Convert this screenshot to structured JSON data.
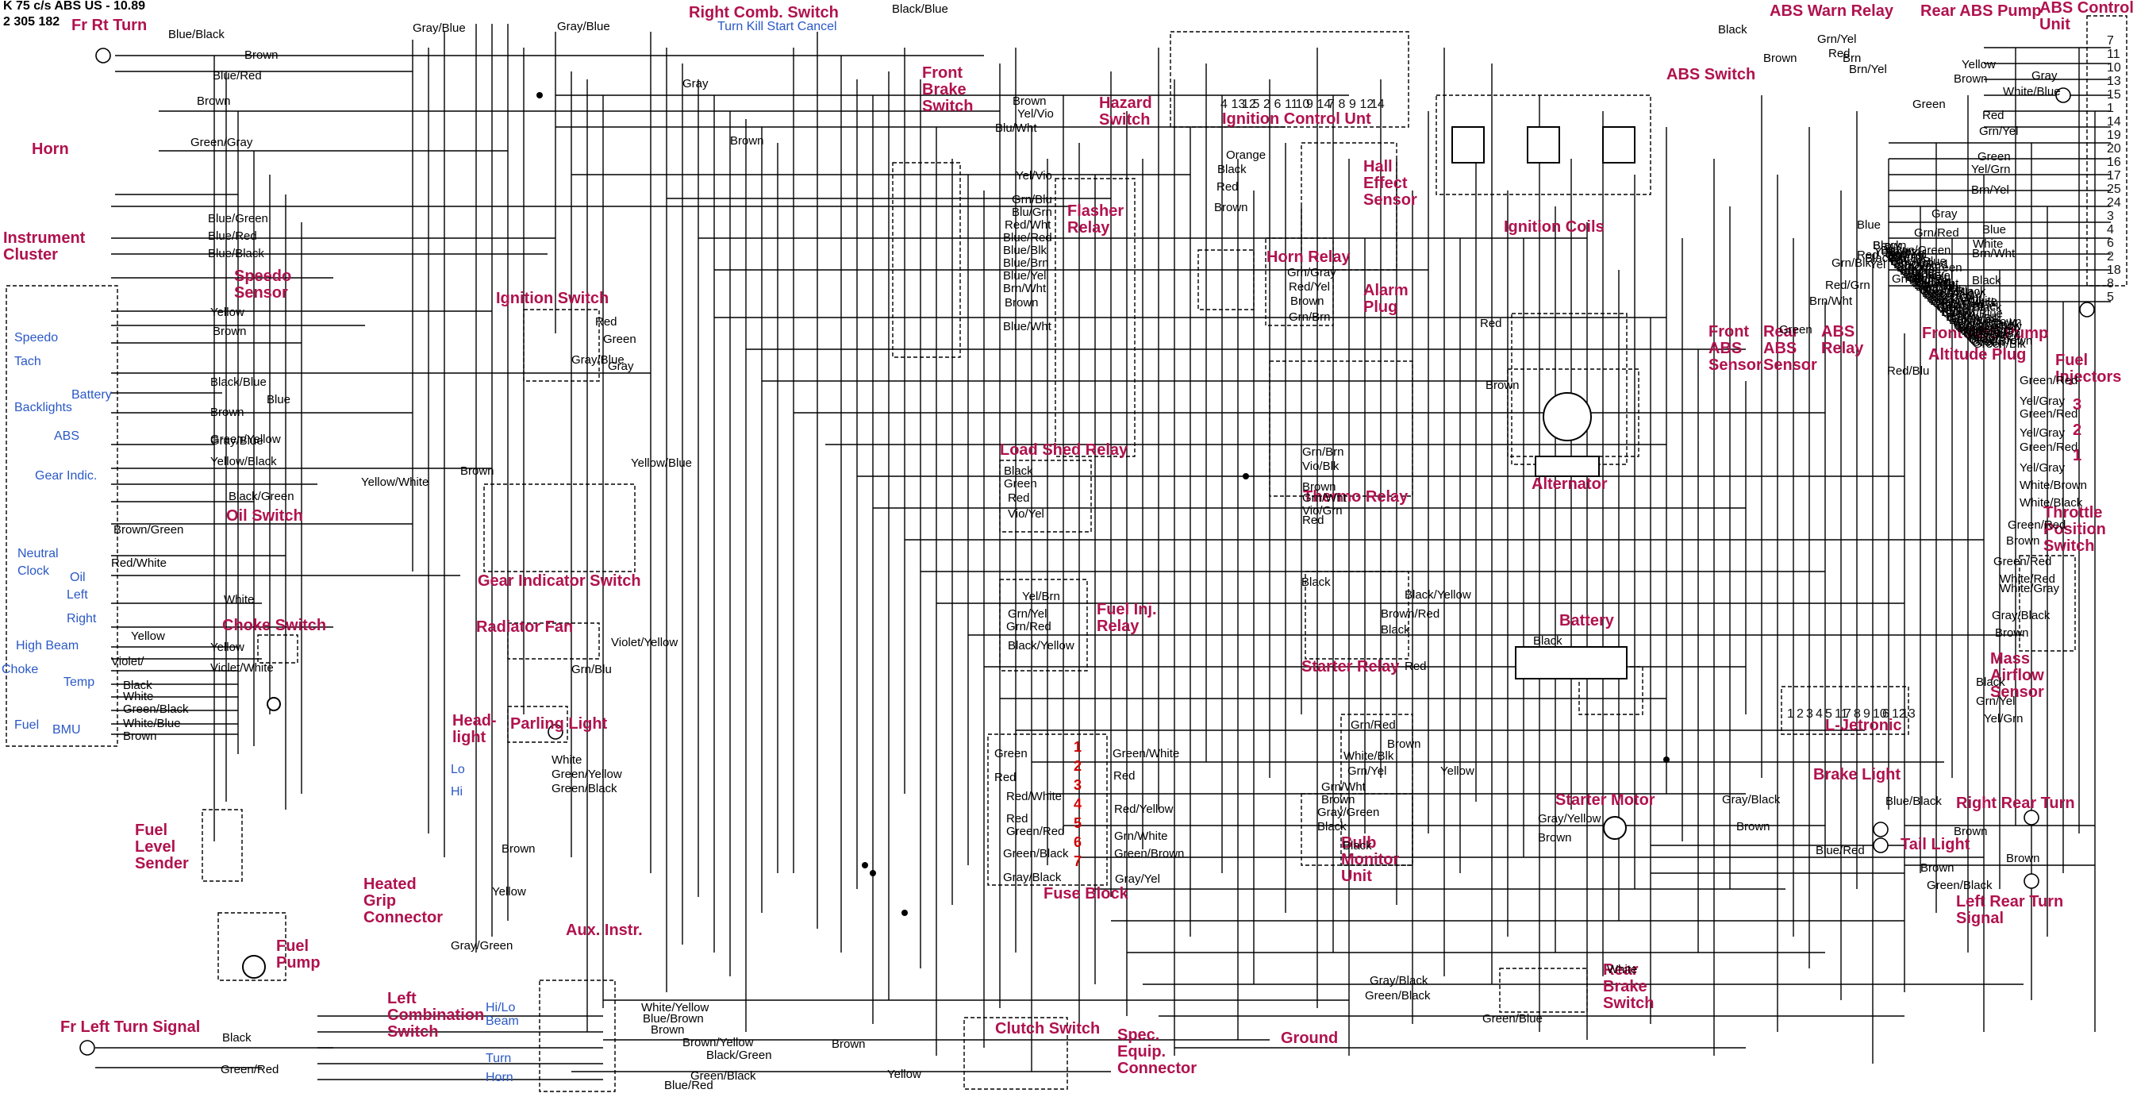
{
  "header": {
    "model": "K 75 c/s  ABS US - 10.89",
    "part_number": "2 305 182"
  },
  "components": [
    {
      "id": "fr-rt-turn",
      "text": "Fr Rt Turn"
    },
    {
      "id": "right-comb-switch",
      "text": "Right Comb. Switch"
    },
    {
      "id": "abs-warn-relay",
      "text": "ABS Warn Relay"
    },
    {
      "id": "rear-abs-pump",
      "text": "Rear ABS Pump"
    },
    {
      "id": "abs-control-unit",
      "text": "ABS Control\nUnit"
    },
    {
      "id": "horn",
      "text": "Horn"
    },
    {
      "id": "front-brake-switch",
      "text": "Front\nBrake\nSwitch"
    },
    {
      "id": "hazard-switch",
      "text": "Hazard\nSwitch"
    },
    {
      "id": "ignition-control-unit",
      "text": "Ignition Control Unt"
    },
    {
      "id": "abs-switch",
      "text": "ABS Switch"
    },
    {
      "id": "hall-effect-sensor",
      "text": "Hall\nEffect\nSensor"
    },
    {
      "id": "ignition-coils",
      "text": "Ignition Coils"
    },
    {
      "id": "instrument-cluster",
      "text": "Instrument\nCluster"
    },
    {
      "id": "flasher-relay",
      "text": "Flasher\nRelay"
    },
    {
      "id": "speedo-sensor",
      "text": "Speedo\nSensor"
    },
    {
      "id": "horn-relay",
      "text": "Horn Relay"
    },
    {
      "id": "alarm-plug",
      "text": "Alarm\nPlug"
    },
    {
      "id": "ignition-switch",
      "text": "Ignition Switch"
    },
    {
      "id": "front-abs-sensor",
      "text": "Front\nABS\nSensor"
    },
    {
      "id": "rear-abs-sensor",
      "text": "Rear\nABS\nSensor"
    },
    {
      "id": "abs-relay",
      "text": "ABS\nRelay"
    },
    {
      "id": "front-abs-pump",
      "text": "Front ABS Pump"
    },
    {
      "id": "altitude-plug",
      "text": "Altitude Plug"
    },
    {
      "id": "fuel-injectors",
      "text": "Fuel\nInjectors"
    },
    {
      "id": "load-shed-relay",
      "text": "Load Shed Relay"
    },
    {
      "id": "alternator",
      "text": "Alternator"
    },
    {
      "id": "oil-switch",
      "text": "Oil Switch"
    },
    {
      "id": "thermo-relay",
      "text": "Thermo Relay"
    },
    {
      "id": "throttle-position-switch",
      "text": "Throttle\nPosition\nSwitch"
    },
    {
      "id": "gear-indicator-switch",
      "text": "Gear Indicator Switch"
    },
    {
      "id": "fuel-inj-relay",
      "text": "Fuel Inj.\nRelay"
    },
    {
      "id": "choke-switch",
      "text": "Choke Switch"
    },
    {
      "id": "radiator-fan",
      "text": "Radiator Fan"
    },
    {
      "id": "battery",
      "text": "Battery"
    },
    {
      "id": "starter-relay",
      "text": "Starter Relay"
    },
    {
      "id": "mass-airflow-sensor",
      "text": "Mass\nAirflow\nSensor"
    },
    {
      "id": "headlight",
      "text": "Head-\nlight"
    },
    {
      "id": "parking-light",
      "text": "Parling Light"
    },
    {
      "id": "l-jetronic",
      "text": "L-Jetronic"
    },
    {
      "id": "starter-motor",
      "text": "Starter Motor"
    },
    {
      "id": "brake-light",
      "text": "Brake Light"
    },
    {
      "id": "right-rear-turn",
      "text": "Right Rear Turn"
    },
    {
      "id": "fuel-level-sender",
      "text": "Fuel\nLevel\nSender"
    },
    {
      "id": "tail-light",
      "text": "Tail Light"
    },
    {
      "id": "bulb-monitor-unit",
      "text": "Bulb\nMonitor\nUnit"
    },
    {
      "id": "fuse-block",
      "text": "Fuse Block"
    },
    {
      "id": "heated-grip-connector",
      "text": "Heated\nGrip\nConnector"
    },
    {
      "id": "aux-instr",
      "text": "Aux. Instr."
    },
    {
      "id": "left-rear-turn-signal",
      "text": "Left Rear Turn\nSignal"
    },
    {
      "id": "fuel-pump",
      "text": "Fuel\nPump"
    },
    {
      "id": "rear-brake-switch",
      "text": "Rear\nBrake\nSwitch"
    },
    {
      "id": "left-combination-switch",
      "text": "Left\nCombination\nSwitch"
    },
    {
      "id": "clutch-switch",
      "text": "Clutch Switch"
    },
    {
      "id": "ground",
      "text": "Ground"
    },
    {
      "id": "fr-left-turn-signal",
      "text": "Fr Left Turn Signal"
    },
    {
      "id": "spec-equip-connector",
      "text": "Spec.\nEquip.\nConnector"
    }
  ],
  "sub_labels": [
    {
      "id": "turn-kill-start-cancel",
      "text": "Turn Kill Start Cancel"
    },
    {
      "id": "speedo",
      "text": "Speedo"
    },
    {
      "id": "tach",
      "text": "Tach"
    },
    {
      "id": "battery-lamp",
      "text": "Battery"
    },
    {
      "id": "backlights",
      "text": "Backlights"
    },
    {
      "id": "abs-lamp",
      "text": "ABS"
    },
    {
      "id": "gear-indic",
      "text": "Gear Indic."
    },
    {
      "id": "neutral",
      "text": "Neutral"
    },
    {
      "id": "clock",
      "text": "Clock"
    },
    {
      "id": "oil",
      "text": "Oil"
    },
    {
      "id": "left",
      "text": "Left"
    },
    {
      "id": "right",
      "text": "Right"
    },
    {
      "id": "high-beam",
      "text": "High Beam"
    },
    {
      "id": "choke",
      "text": "Choke"
    },
    {
      "id": "temp",
      "text": "Temp"
    },
    {
      "id": "fuel",
      "text": "Fuel"
    },
    {
      "id": "bmu",
      "text": "BMU"
    },
    {
      "id": "lo",
      "text": "Lo"
    },
    {
      "id": "hi",
      "text": "Hi"
    },
    {
      "id": "hi-lo-beam",
      "text": "Hi/Lo\nBeam"
    },
    {
      "id": "turn",
      "text": "Turn"
    },
    {
      "id": "horn-sw",
      "text": "Horn"
    }
  ],
  "wires": [
    {
      "text": "Blue/Black"
    },
    {
      "text": "Brown"
    },
    {
      "text": "Blue/Red"
    },
    {
      "text": "Brown"
    },
    {
      "text": "Gray/Blue"
    },
    {
      "text": "Gray/Blue"
    },
    {
      "text": "Black/Blue"
    },
    {
      "text": "Brown"
    },
    {
      "text": "Green/Gray"
    },
    {
      "text": "Gray"
    },
    {
      "text": "Brown"
    },
    {
      "text": "Yel/Vio"
    },
    {
      "text": "Blu/Wht"
    },
    {
      "text": "Black"
    },
    {
      "text": "Brown"
    },
    {
      "text": "Gray"
    },
    {
      "text": "Yellow"
    },
    {
      "text": "Brown"
    },
    {
      "text": "White/Blue"
    },
    {
      "text": "Green"
    },
    {
      "text": "Red"
    },
    {
      "text": "Grn/Yel"
    },
    {
      "text": "Green"
    },
    {
      "text": "Yel/Grn"
    },
    {
      "text": "Brn/Yel"
    },
    {
      "text": "Gray"
    },
    {
      "text": "Blue"
    },
    {
      "text": "White"
    },
    {
      "text": "Brn/Wht"
    },
    {
      "text": "Black"
    },
    {
      "text": "Orange"
    },
    {
      "text": "Black"
    },
    {
      "text": "Red"
    },
    {
      "text": "Brown"
    },
    {
      "text": "Blue/Green"
    },
    {
      "text": "Blue/Red"
    },
    {
      "text": "Blue/Black"
    },
    {
      "text": "Yel/Vio"
    },
    {
      "text": "Grn/Blu"
    },
    {
      "text": "Blu/Grn"
    },
    {
      "text": "Red/Wht"
    },
    {
      "text": "Blue/Red"
    },
    {
      "text": "Blue/Blk"
    },
    {
      "text": "Blue/Brn"
    },
    {
      "text": "Blue/Yel"
    },
    {
      "text": "Brn/Wht"
    },
    {
      "text": "Brown"
    },
    {
      "text": "Blue/Wht"
    },
    {
      "text": "Yellow"
    },
    {
      "text": "Brown"
    },
    {
      "text": "Red"
    },
    {
      "text": "Green"
    },
    {
      "text": "Gray/Blue"
    },
    {
      "text": "Gray"
    },
    {
      "text": "Grn/Gray"
    },
    {
      "text": "Red/Yel"
    },
    {
      "text": "Brown"
    },
    {
      "text": "Grn/Brn"
    },
    {
      "text": "Black/Blue"
    },
    {
      "text": "Brown"
    },
    {
      "text": "Blue"
    },
    {
      "text": "Red"
    },
    {
      "text": "Brown"
    },
    {
      "text": "Green/Yellow"
    },
    {
      "text": "Gray/Blue"
    },
    {
      "text": "Yellow/Black"
    },
    {
      "text": "Yellow/White"
    },
    {
      "text": "Brown"
    },
    {
      "text": "Yellow/Blue"
    },
    {
      "text": "Black/Green"
    },
    {
      "text": "Brown/Green"
    },
    {
      "text": "Red/White"
    },
    {
      "text": "White"
    },
    {
      "text": "Yellow"
    },
    {
      "text": "Yellow"
    },
    {
      "text": "Violet/White"
    },
    {
      "text": "Violet/"
    },
    {
      "text": "Black"
    },
    {
      "text": "White"
    },
    {
      "text": "Green/Black"
    },
    {
      "text": "White/Blue"
    },
    {
      "text": "Brown"
    },
    {
      "text": "Violet/Yellow"
    },
    {
      "text": "Grn/Blu"
    },
    {
      "text": "Black"
    },
    {
      "text": "Green"
    },
    {
      "text": "Red"
    },
    {
      "text": "Vio/Yel"
    },
    {
      "text": "Grn/Brn"
    },
    {
      "text": "Vio/Blk"
    },
    {
      "text": "Brown"
    },
    {
      "text": "Grn/Wht"
    },
    {
      "text": "Vio/Grn"
    },
    {
      "text": "Red"
    },
    {
      "text": "Yel/Brn"
    },
    {
      "text": "Grn/Yel"
    },
    {
      "text": "Grn/Red"
    },
    {
      "text": "Black/Yellow"
    },
    {
      "text": "Black"
    },
    {
      "text": "Black/Yellow"
    },
    {
      "text": "Brown/Red"
    },
    {
      "text": "Black"
    },
    {
      "text": "Red"
    },
    {
      "text": "Black"
    },
    {
      "text": "Brown"
    },
    {
      "text": "Yellow"
    },
    {
      "text": "White"
    },
    {
      "text": "Green/Yellow"
    },
    {
      "text": "Green/Black"
    },
    {
      "text": "Green"
    },
    {
      "text": "Green/White"
    },
    {
      "text": "Red"
    },
    {
      "text": "Red"
    },
    {
      "text": "Red/White"
    },
    {
      "text": "Red"
    },
    {
      "text": "Red/Yellow"
    },
    {
      "text": "Green/Red"
    },
    {
      "text": "Grn/White"
    },
    {
      "text": "Green/Black"
    },
    {
      "text": "Green/Brown"
    },
    {
      "text": "Gray/Black"
    },
    {
      "text": "Gray/Yel"
    },
    {
      "text": "Grn/Red"
    },
    {
      "text": "White/Blk"
    },
    {
      "text": "Grn/Yel"
    },
    {
      "text": "Grn/Wht"
    },
    {
      "text": "Brown"
    },
    {
      "text": "Gray/Green"
    },
    {
      "text": "Black"
    },
    {
      "text": "Black"
    },
    {
      "text": "Gray/Yellow"
    },
    {
      "text": "Brown"
    },
    {
      "text": "Gray/Black"
    },
    {
      "text": "Blue/Black"
    },
    {
      "text": "Brown"
    },
    {
      "text": "Brown"
    },
    {
      "text": "Blue/Red"
    },
    {
      "text": "Brown"
    },
    {
      "text": "Brown"
    },
    {
      "text": "Green/Black"
    },
    {
      "text": "Brown"
    },
    {
      "text": "Yellow"
    },
    {
      "text": "Gray/Green"
    },
    {
      "text": "Gray/Black"
    },
    {
      "text": "Green/Black"
    },
    {
      "text": "Green/Blue"
    },
    {
      "text": "White"
    },
    {
      "text": "White/Yellow"
    },
    {
      "text": "Blue/Brown"
    },
    {
      "text": "Brown"
    },
    {
      "text": "Brown/Yellow"
    },
    {
      "text": "Black/Green"
    },
    {
      "text": "Green/Black"
    },
    {
      "text": "Blue/Red"
    },
    {
      "text": "Brown"
    },
    {
      "text": "Yellow"
    },
    {
      "text": "Black"
    },
    {
      "text": "Green/Red"
    },
    {
      "text": "Green/Red"
    },
    {
      "text": "Yel/Gray"
    },
    {
      "text": "Green/Red"
    },
    {
      "text": "Yel/Gray"
    },
    {
      "text": "Green/Red"
    },
    {
      "text": "Yel/Gray"
    },
    {
      "text": "White/Brown"
    },
    {
      "text": "White/Black"
    },
    {
      "text": "Green/Red"
    },
    {
      "text": "Brown"
    },
    {
      "text": "Green/Red"
    },
    {
      "text": "White/Red"
    },
    {
      "text": "White/Gray"
    },
    {
      "text": "Gray/Black"
    },
    {
      "text": "Brown"
    },
    {
      "text": "Black"
    },
    {
      "text": "Grn/Yel"
    },
    {
      "text": "Yel/Grn"
    },
    {
      "text": "Green"
    },
    {
      "text": "Brn/Wht"
    },
    {
      "text": "Red/Grn"
    },
    {
      "text": "Blue"
    },
    {
      "text": "Black"
    },
    {
      "text": "Grn/Red"
    },
    {
      "text": "Red/Blu"
    },
    {
      "text": "Grn/Bz"
    },
    {
      "text": "Grn/Yel"
    },
    {
      "text": "Red"
    },
    {
      "text": "Brn"
    },
    {
      "text": "Brn/Yel"
    },
    {
      "text": "Red"
    },
    {
      "text": "Yel"
    },
    {
      "text": "Grn/Blk"
    },
    {
      "text": "Brown"
    },
    {
      "text": "Black"
    },
    {
      "text": "Yellow"
    },
    {
      "text": "Brown/Green"
    },
    {
      "text": "Violet"
    },
    {
      "text": "Red/Yel"
    },
    {
      "text": "Grn/Yel"
    },
    {
      "text": "Brn"
    },
    {
      "text": "Grn/Blk"
    },
    {
      "text": "Wht"
    },
    {
      "text": "Black/Blue"
    },
    {
      "text": "Grn/Yel"
    },
    {
      "text": "Black/Red"
    },
    {
      "text": "Grn/Yel"
    },
    {
      "text": "Black/Green"
    },
    {
      "text": "Grn/Yel"
    },
    {
      "text": "Brn"
    },
    {
      "text": "Orange"
    },
    {
      "text": "Black"
    },
    {
      "text": "Black/Yel"
    },
    {
      "text": "Brn/Yel"
    },
    {
      "text": "Grn/Yel"
    },
    {
      "text": "Red/Yel"
    },
    {
      "text": "Blk/Grn"
    },
    {
      "text": "Red/Wht"
    },
    {
      "text": "Blk/Wht"
    },
    {
      "text": "Blk/Blu"
    },
    {
      "text": "Wht/Yel"
    },
    {
      "text": "Gray/Blk"
    },
    {
      "text": "Green/Black"
    },
    {
      "text": "Blue/Yellow"
    },
    {
      "text": "Blue/Red"
    },
    {
      "text": "Green"
    },
    {
      "text": "Black/Grn"
    },
    {
      "text": "Black/Wht"
    },
    {
      "text": "Brown/White"
    },
    {
      "text": "Green/Black"
    },
    {
      "text": "Gray/Red"
    },
    {
      "text": "Yellow/Blue"
    },
    {
      "text": "Green/Black"
    },
    {
      "text": "White"
    },
    {
      "text": "Yellow"
    },
    {
      "text": "Brown"
    },
    {
      "text": "Green/Blue"
    },
    {
      "text": "Yellow"
    },
    {
      "text": "Brown"
    },
    {
      "text": "Green/Blk"
    },
    {
      "text": "Brown"
    },
    {
      "text": "Yellow/Brown"
    },
    {
      "text": "White/Black"
    },
    {
      "text": "Brown/Black"
    },
    {
      "text": "Black/Yellow"
    },
    {
      "text": "Brown"
    },
    {
      "text": "White/Brn"
    },
    {
      "text": "White/Gray"
    },
    {
      "text": "Yel/Gray"
    },
    {
      "text": "Gray/Blk"
    },
    {
      "text": "White/Red"
    },
    {
      "text": "Yel/Gray"
    },
    {
      "text": "Gray"
    },
    {
      "text": "Gray/Brown"
    },
    {
      "text": "Green"
    },
    {
      "text": "Green/Blk"
    }
  ],
  "abs_pins": [
    "7",
    "11",
    "10",
    "13",
    "15",
    "1",
    "14",
    "19",
    "20",
    "16",
    "17",
    "25",
    "24",
    "3",
    "4",
    "6",
    "2",
    "18",
    "8",
    "5"
  ],
  "ignition_pins": [
    "4",
    "13",
    "12",
    "5",
    "2",
    "6",
    "11",
    "10",
    "9",
    "14",
    "7",
    "8",
    "9",
    "12",
    "14"
  ],
  "ljet_pins": [
    "1",
    "2",
    "3",
    "4",
    "5",
    "11",
    "7",
    "8",
    "9",
    "10",
    "6",
    "12",
    "13"
  ],
  "fuses": [
    "1",
    "2",
    "3",
    "4",
    "5",
    "6",
    "7"
  ],
  "injector_numbers": [
    "3",
    "2",
    "1"
  ],
  "colors": {
    "title": "#b0124e",
    "subtitle": "#2a58c6",
    "wire": "#000000",
    "fuse_number": "#d00000"
  }
}
